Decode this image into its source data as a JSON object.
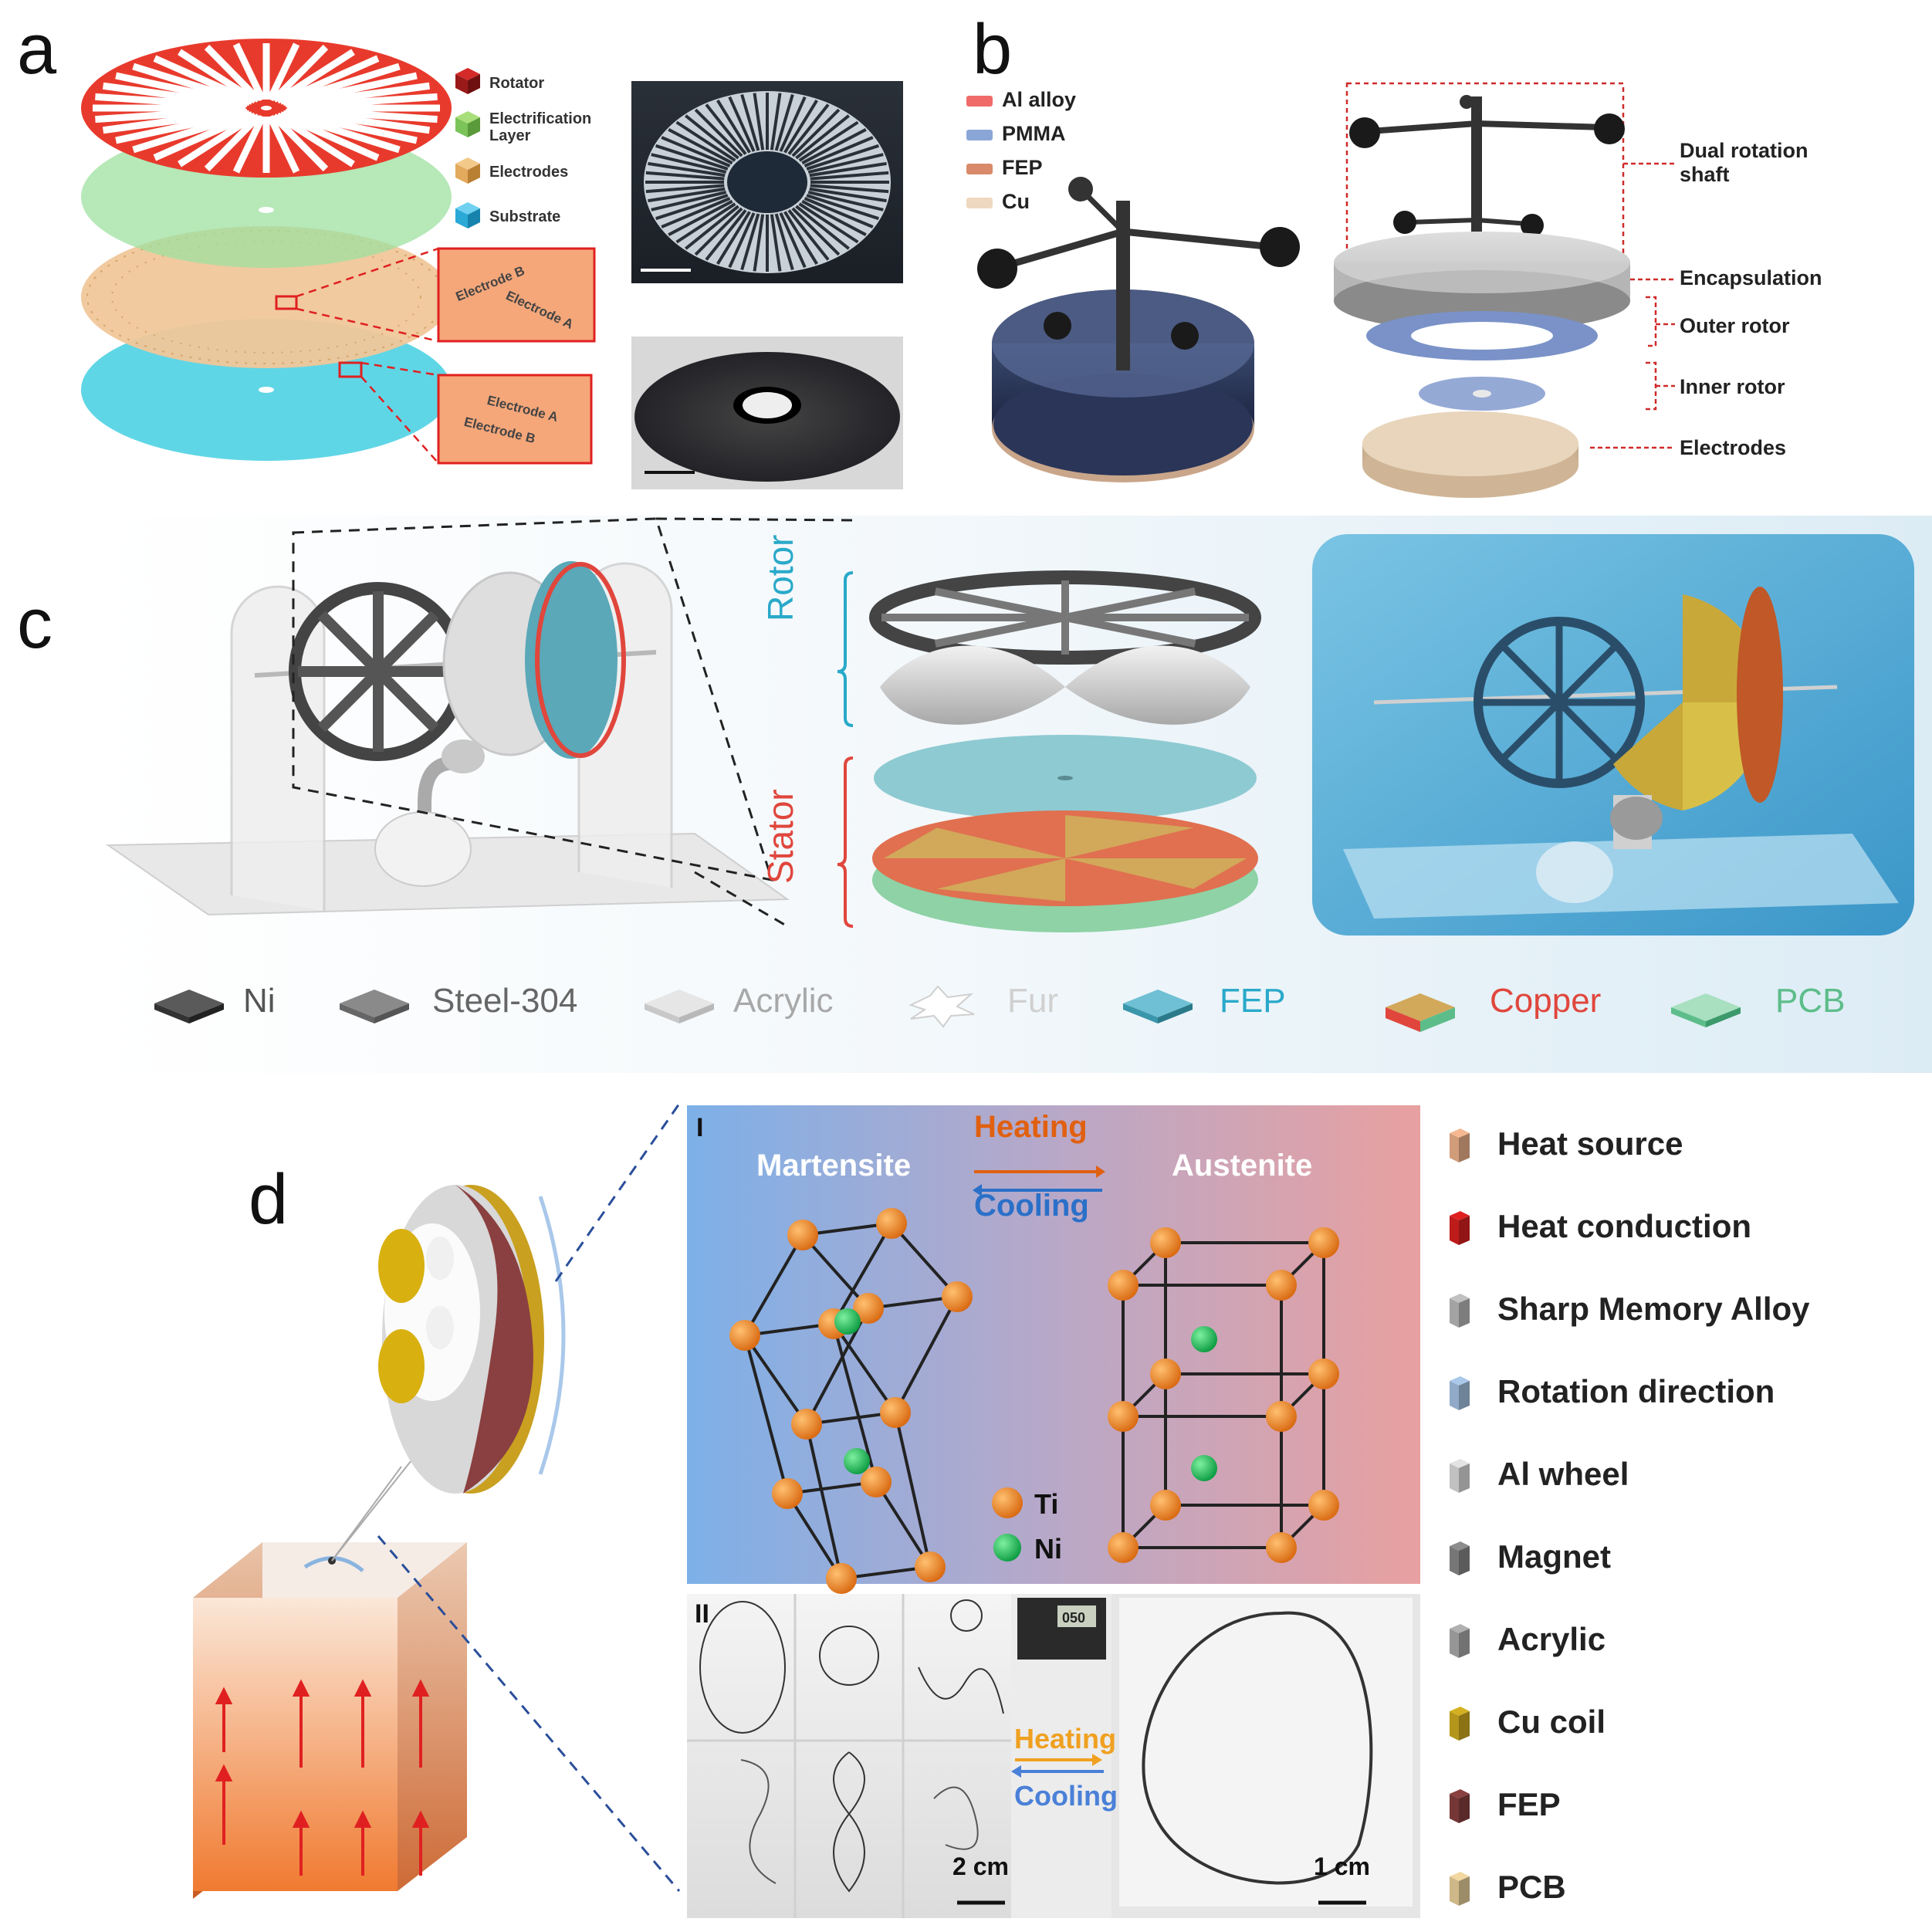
{
  "panels": {
    "a": "a",
    "b": "b",
    "c": "c",
    "d": "d"
  },
  "panel_a": {
    "legend": [
      {
        "label": "Rotator",
        "color": "#b3141a"
      },
      {
        "label": "Electrification Layer",
        "color": "#7cc35a"
      },
      {
        "label": "Electrodes",
        "color": "#e3a95c"
      },
      {
        "label": "Substrate",
        "color": "#2aa9d6"
      }
    ],
    "inset_top": [
      "Electrode B",
      "Electrode A"
    ],
    "inset_bottom": [
      "Electrode A",
      "Electrode B"
    ]
  },
  "panel_b": {
    "legend": [
      {
        "label": "Al alloy",
        "color": "#f06a6a"
      },
      {
        "label": "PMMA",
        "color": "#8aa6d6"
      },
      {
        "label": "FEP",
        "color": "#d98a6a"
      },
      {
        "label": "Cu",
        "color": "#efd8c0"
      }
    ],
    "labels": {
      "dual_rotation_1": "Dual rotation",
      "dual_rotation_2": "shaft",
      "encapsulation": "Encapsulation",
      "outer_rotor": "Outer rotor",
      "inner_rotor": "Inner rotor",
      "electrodes": "Electrodes"
    }
  },
  "panel_c": {
    "rotor_label": "Rotor",
    "stator_label": "Stator",
    "rotor_color": "#29a9c9",
    "stator_color": "#e0463c",
    "legend": [
      {
        "label": "Ni",
        "color": "#6a6a6a"
      },
      {
        "label": "Steel-304",
        "color": "#6a6a6a"
      },
      {
        "label": "Acrylic",
        "color": "#b5b5b5"
      },
      {
        "label": "Fur",
        "color": "#cfcfcf"
      },
      {
        "label": "FEP",
        "color": "#29a9c9"
      },
      {
        "label": "Copper",
        "color": "#e0463c"
      },
      {
        "label": "PCB",
        "color": "#5dbd8a"
      }
    ]
  },
  "panel_d": {
    "roman_1": "I",
    "roman_2": "II",
    "martensite": "Martensite",
    "austenite": "Austenite",
    "heating": "Heating",
    "cooling": "Cooling",
    "heating2": "Heating",
    "cooling2": "Cooling",
    "ti": "Ti",
    "ni": "Ni",
    "scale_1": "2 cm",
    "scale_2": "1 cm",
    "caliper": "050",
    "legend": [
      {
        "label": "Heat source",
        "color": "#f5b890"
      },
      {
        "label": "Heat conduction",
        "color": "#e02020"
      },
      {
        "label": "Sharp Memory Alloy",
        "color": "#c0c0c0"
      },
      {
        "label": "Rotation direction",
        "color": "#a9c8ea"
      },
      {
        "label": "Al wheel",
        "color": "#e3e3e3"
      },
      {
        "label": "Magnet",
        "color": "#8c8c8c"
      },
      {
        "label": "Acrylic",
        "color": "#b0b0b0"
      },
      {
        "label": "Cu coil",
        "color": "#d4b020"
      },
      {
        "label": "FEP",
        "color": "#8a4040"
      },
      {
        "label": "PCB",
        "color": "#f2d7a0"
      }
    ]
  }
}
